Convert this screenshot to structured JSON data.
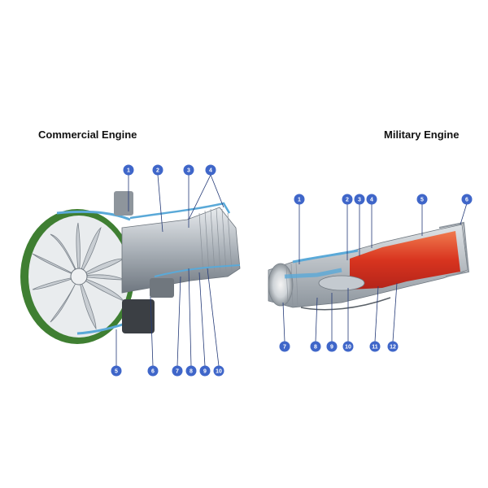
{
  "titles": {
    "commercial": "Commercial Engine",
    "military": "Military Engine"
  },
  "colors": {
    "callout": "#3f66c9",
    "callout_line": "#243a78",
    "fan_green": "#4e9a3a",
    "casing_blue": "#5aa9d8",
    "exhaust_red": "#e0432a",
    "metal": "#b9bec4"
  },
  "callouts": {
    "commercial": [
      "1",
      "2",
      "3",
      "4",
      "5",
      "6",
      "7",
      "8",
      "9",
      "10"
    ],
    "military": [
      "1",
      "2",
      "3",
      "4",
      "5",
      "6",
      "7",
      "8",
      "9",
      "10",
      "11",
      "12"
    ]
  }
}
